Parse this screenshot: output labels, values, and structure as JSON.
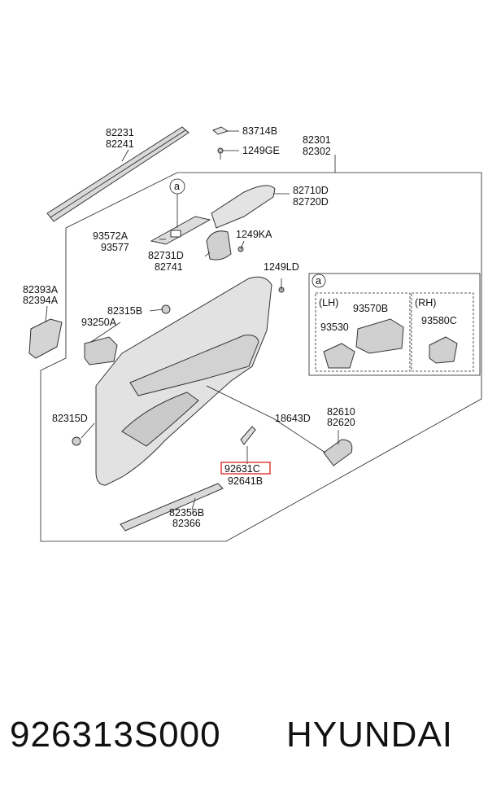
{
  "labels": {
    "l82231": "82231",
    "l82241": "82241",
    "l83714B": "83714B",
    "l1249GE": "1249GE",
    "l82301": "82301",
    "l82302": "82302",
    "la": "a",
    "l82710D": "82710D",
    "l82720D": "82720D",
    "l93572A": "93572A",
    "l93577": "93577",
    "l1249KA": "1249KA",
    "l82731D": "82731D",
    "l82741": "82741",
    "l1249LD": "1249LD",
    "l82393A": "82393A",
    "l82394A": "82394A",
    "l82315B": "82315B",
    "l93250A": "93250A",
    "ia": "a",
    "lLH": "(LH)",
    "l93570B": "93570B",
    "lRH": "(RH)",
    "l93530": "93530",
    "l93580C": "93580C",
    "l82315D": "82315D",
    "l18643D": "18643D",
    "l82610": "82610",
    "l82620": "82620",
    "l92631C": "92631C",
    "l92641B": "92641B",
    "l82356B": "82356B",
    "l82366": "82366"
  },
  "footer": {
    "part_number": "926313S000",
    "brand": "HYUNDAI"
  },
  "colors": {
    "highlight": "#e0302f",
    "line": "#222222",
    "part_fill": "#d9d9d9"
  }
}
